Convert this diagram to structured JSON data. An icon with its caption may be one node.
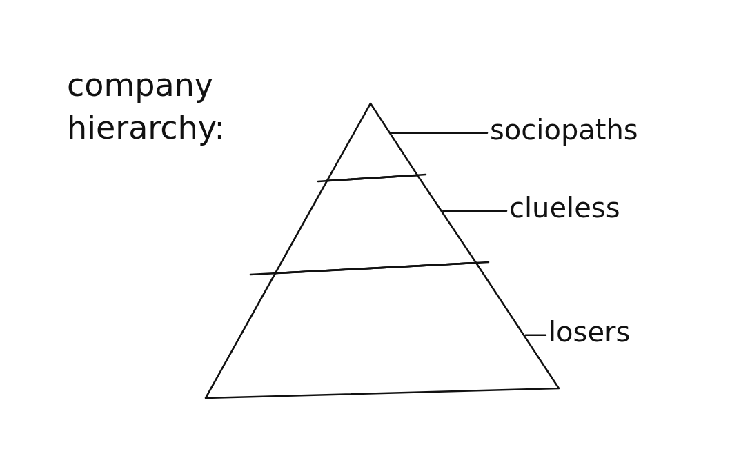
{
  "diagram": {
    "title": "company hierarchy:",
    "nodes": [
      {
        "text": [],
        "shape": "triangle"
      },
      {
        "text": [],
        "shape": "trapezoid"
      },
      {
        "text": [],
        "shape": "trapezoid"
      },
      {
        "text": [
          "sociopaths"
        ]
      },
      {
        "text": [
          "clueless"
        ]
      },
      {
        "text": [
          "losers"
        ]
      }
    ],
    "edges": [
      {
        "from": 3,
        "to": 0,
        "arrow": "none"
      },
      {
        "from": 4,
        "to": 1,
        "arrow": "none"
      },
      {
        "from": 5,
        "to": 2,
        "arrow": "none"
      }
    ]
  }
}
